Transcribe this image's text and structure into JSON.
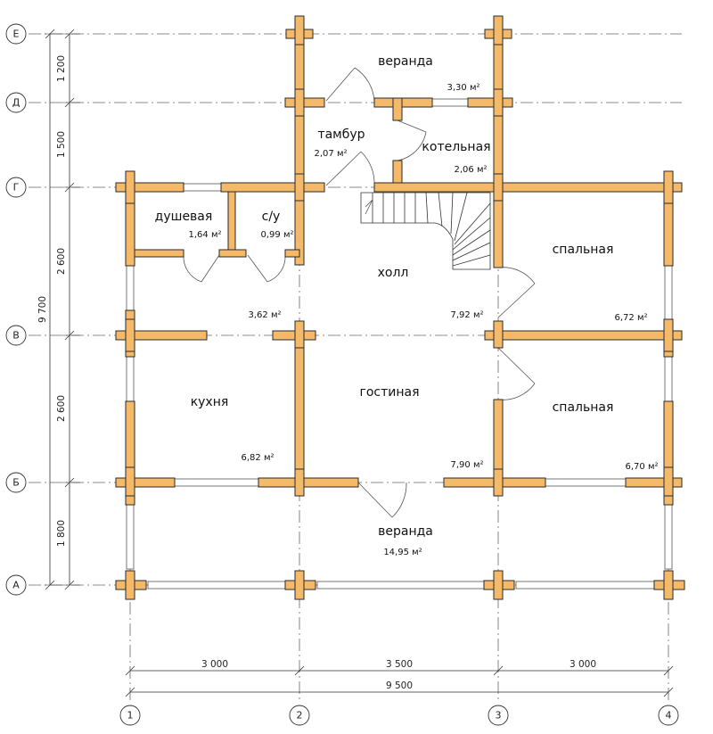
{
  "axes": {
    "vertical": [
      "1",
      "2",
      "3",
      "4"
    ],
    "horizontal": [
      "Е",
      "Д",
      "Г",
      "В",
      "Б",
      "А"
    ]
  },
  "dimensions": {
    "left_segments": [
      "1 200",
      "1 500",
      "2 600",
      "2 600",
      "1 800"
    ],
    "left_total": "9 700",
    "bottom_segments": [
      "3 000",
      "3 500",
      "3 000"
    ],
    "bottom_total": "9 500"
  },
  "rooms": [
    {
      "id": "veranda-top",
      "name": "веранда",
      "area": "3,30 м²"
    },
    {
      "id": "tambur",
      "name": "тамбур",
      "area": "2,07 м²"
    },
    {
      "id": "kotelnaya",
      "name": "котельная",
      "area": "2,06 м²"
    },
    {
      "id": "dushevaya",
      "name": "душевая",
      "area": "1,64 м²"
    },
    {
      "id": "su",
      "name": "с/у",
      "area": "0,99 м²"
    },
    {
      "id": "holl",
      "name": "холл",
      "area": "7,92 м²"
    },
    {
      "id": "holl-left",
      "name": "",
      "area": "3,62 м²"
    },
    {
      "id": "spalnaya-1",
      "name": "спальная",
      "area": "6,72 м²"
    },
    {
      "id": "kuhnya",
      "name": "кухня",
      "area": "6,82 м²"
    },
    {
      "id": "gostinaya",
      "name": "гостиная",
      "area": "7,90 м²"
    },
    {
      "id": "spalnaya-2",
      "name": "спальная",
      "area": "6,70 м²"
    },
    {
      "id": "veranda-bottom",
      "name": "веранда",
      "area": "14,95 м²"
    }
  ],
  "colors": {
    "wall": "#F5B96A",
    "outline": "#2a2a2a",
    "axis": "#666666"
  }
}
